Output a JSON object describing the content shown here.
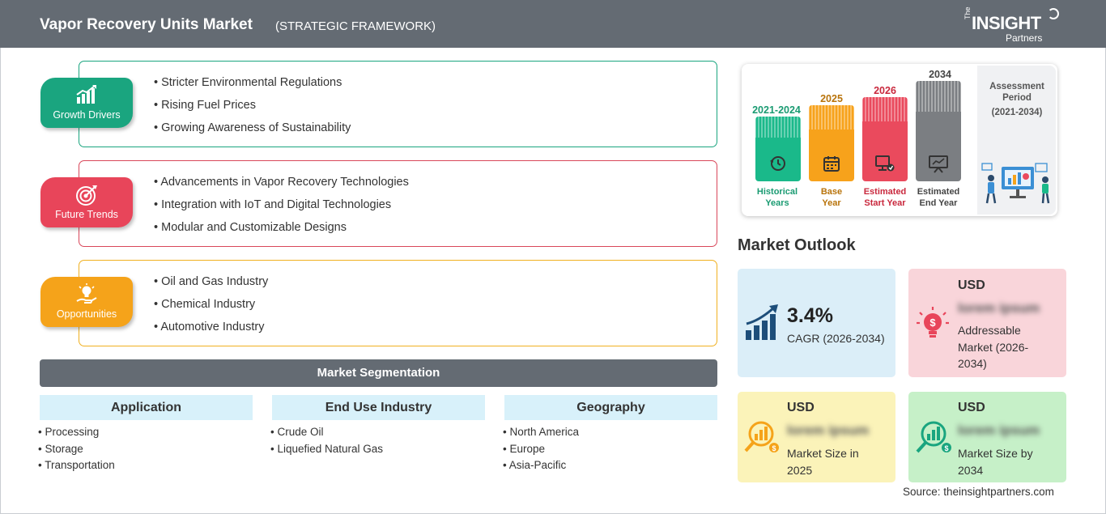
{
  "header": {
    "title": "Vapor Recovery Units Market",
    "subtitle": "(STRATEGIC FRAMEWORK)",
    "logo": {
      "the": "The",
      "main": "INSIGHT",
      "partners": "Partners"
    }
  },
  "framework": {
    "growth_drivers": {
      "label": "Growth Drivers",
      "color": "#1aa57f",
      "icon": "growth-chart-icon",
      "items": [
        "Stricter Environmental Regulations",
        "Rising Fuel Prices",
        "Growing Awareness of Sustainability"
      ]
    },
    "future_trends": {
      "label": "Future Trends",
      "color": "#e8455a",
      "icon": "target-icon",
      "items": [
        "Advancements in Vapor Recovery Technologies",
        "Integration with IoT and Digital Technologies",
        "Modular and Customizable Designs"
      ]
    },
    "opportunities": {
      "label": "Opportunities",
      "color": "#f5a31a",
      "icon": "idea-hand-icon",
      "items": [
        "Oil and Gas Industry",
        "Chemical Industry",
        "Automotive Industry"
      ]
    }
  },
  "segmentation": {
    "title": "Market Segmentation",
    "columns": [
      {
        "heading": "Application",
        "items": [
          "Processing",
          "Storage",
          "Transportation"
        ]
      },
      {
        "heading": "End Use Industry",
        "items": [
          "Crude Oil",
          "Liquefied Natural Gas"
        ]
      },
      {
        "heading": "Geography",
        "items": [
          "North America",
          "Europe",
          "Asia-Pacific"
        ]
      }
    ]
  },
  "period": {
    "bars": [
      {
        "year": "2021-2024",
        "label_line1": "Historical",
        "label_line2": "Years",
        "color": "#1ab98a",
        "text_color": "#1a9b72",
        "icon": "history-icon"
      },
      {
        "year": "2025",
        "label_line1": "Base",
        "label_line2": "Year",
        "color": "#f7a21b",
        "text_color": "#b8730a",
        "icon": "calendar-icon"
      },
      {
        "year": "2026",
        "label_line1": "Estimated",
        "label_line2": "Start Year",
        "color": "#ea4a5d",
        "text_color": "#c9283d",
        "icon": "start-screen-icon"
      },
      {
        "year": "2034",
        "label_line1": "Estimated",
        "label_line2": "End Year",
        "color": "#7b7e82",
        "text_color": "#444",
        "icon": "presentation-icon"
      }
    ],
    "assessment": {
      "line1": "Assessment",
      "line2": "Period",
      "range": "(2021-2034)"
    }
  },
  "outlook": {
    "title": "Market Outlook",
    "cagr": {
      "value": "3.4%",
      "label": "CAGR (2026-2034)",
      "color": "#dbeef8"
    },
    "addressable": {
      "currency": "USD",
      "value": "lorem ipsum",
      "label_line1": "Addressable",
      "label_line2": "Market (2026-",
      "label_line3": "2034)",
      "color": "#f9d5da"
    },
    "size_2025": {
      "currency": "USD",
      "value": "lorem ipsum",
      "label_line1": "Market Size in",
      "label_line2": "2025",
      "color": "#fbf3b9"
    },
    "size_2034": {
      "currency": "USD",
      "value": "lorem ipsum",
      "label_line1": "Market Size by",
      "label_line2": "2034",
      "color": "#c6f0c8"
    }
  },
  "source": "Source: theinsightpartners.com"
}
